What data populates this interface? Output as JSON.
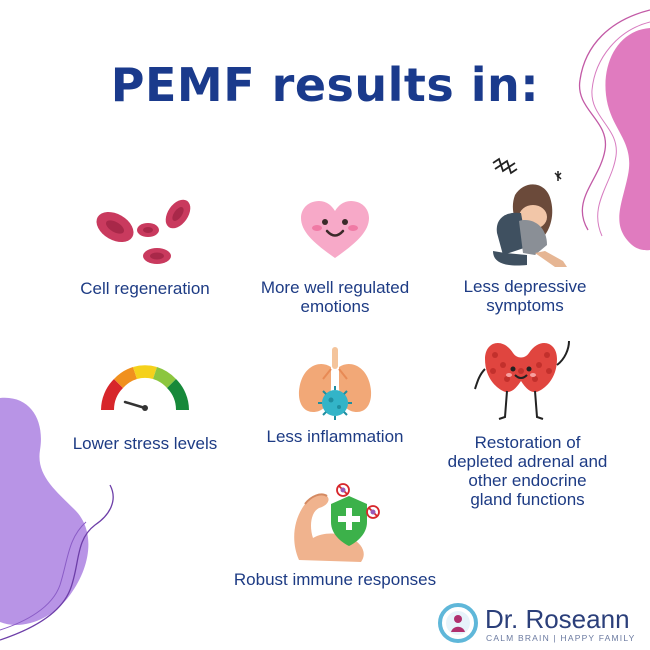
{
  "title": "PEMF results in:",
  "items": [
    {
      "label": "Cell regeneration",
      "icon": "red-blood-cells-icon"
    },
    {
      "label_lines": [
        "More well regulated",
        "emotions"
      ],
      "icon": "smiling-heart-icon"
    },
    {
      "label_lines": [
        "Less depressive",
        "symptoms"
      ],
      "icon": "sad-person-icon"
    },
    {
      "label": "Lower stress levels",
      "icon": "stress-gauge-icon"
    },
    {
      "label": "Less inflammation",
      "icon": "lungs-virus-icon"
    },
    {
      "label_lines": [
        "Restoration of",
        "depleted adrenal and",
        "other endocrine",
        "gland functions"
      ],
      "icon": "thyroid-gland-icon"
    },
    {
      "label": "Robust immune responses",
      "icon": "immune-shield-arm-icon"
    }
  ],
  "brand": {
    "name": "Dr. Roseann",
    "tagline": "CALM BRAIN | HAPPY FAMILY"
  },
  "colors": {
    "title": "#1a3a8c",
    "text": "#1d3b84",
    "pink_blob": "#e07bbf",
    "purple_blob": "#b894e6"
  }
}
